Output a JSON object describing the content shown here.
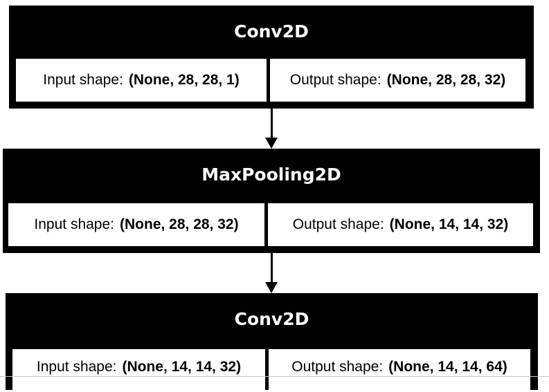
{
  "layers": [
    {
      "name": "Conv2D",
      "input_label": "Input shape:",
      "input_value": "(None, 28, 28, 1)",
      "output_label": "Output shape:",
      "output_value": "(None, 28, 28, 32)"
    },
    {
      "name": "MaxPooling2D",
      "input_label": "Input shape:",
      "input_value": "(None, 28, 28, 32)",
      "output_label": "Output shape:",
      "output_value": "(None, 14, 14, 32)"
    },
    {
      "name": "Conv2D",
      "input_label": "Input shape:",
      "input_value": "(None, 14, 14, 32)",
      "output_label": "Output shape:",
      "output_value": "(None, 14, 14, 64)"
    }
  ],
  "colors": {
    "header_bg": "#000000",
    "header_text": "#ffffff",
    "cell_bg": "#ffffff",
    "edge": "#000000"
  }
}
